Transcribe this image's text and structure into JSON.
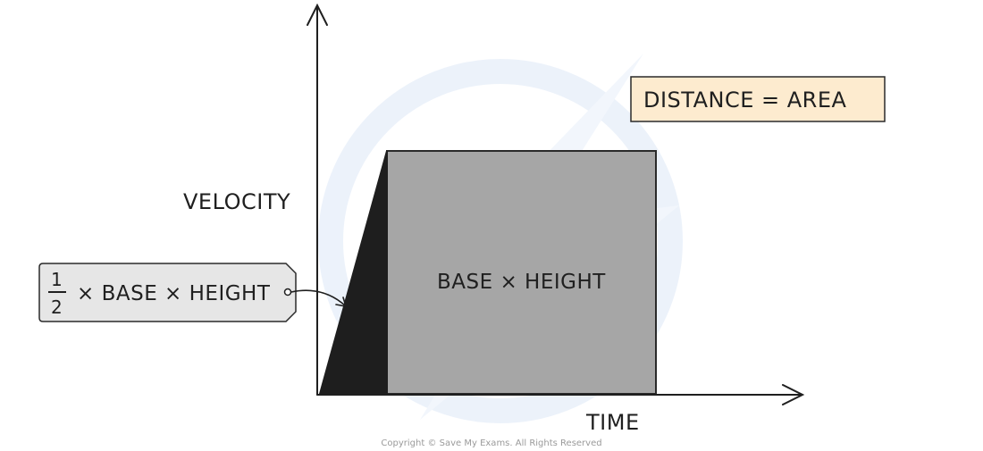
{
  "axes": {
    "y_label": "VELOCITY",
    "x_label": "TIME"
  },
  "labels": {
    "rectangle": "BASE × HEIGHT",
    "triangle_fraction_numerator": "1",
    "triangle_fraction_denominator": "2",
    "triangle_rest": "× BASE × HEIGHT",
    "distance": "DISTANCE = AREA"
  },
  "copyright": "Copyright © Save My Exams. All Rights Reserved",
  "colors": {
    "rectangle_fill": "#a6a6a6",
    "triangle_fill": "#1e1e1e",
    "distance_box_fill": "#fdebcf",
    "triangle_label_fill": "#e6e6e6",
    "axis": "#1f1f1f",
    "watermark": "#dde8f7"
  }
}
